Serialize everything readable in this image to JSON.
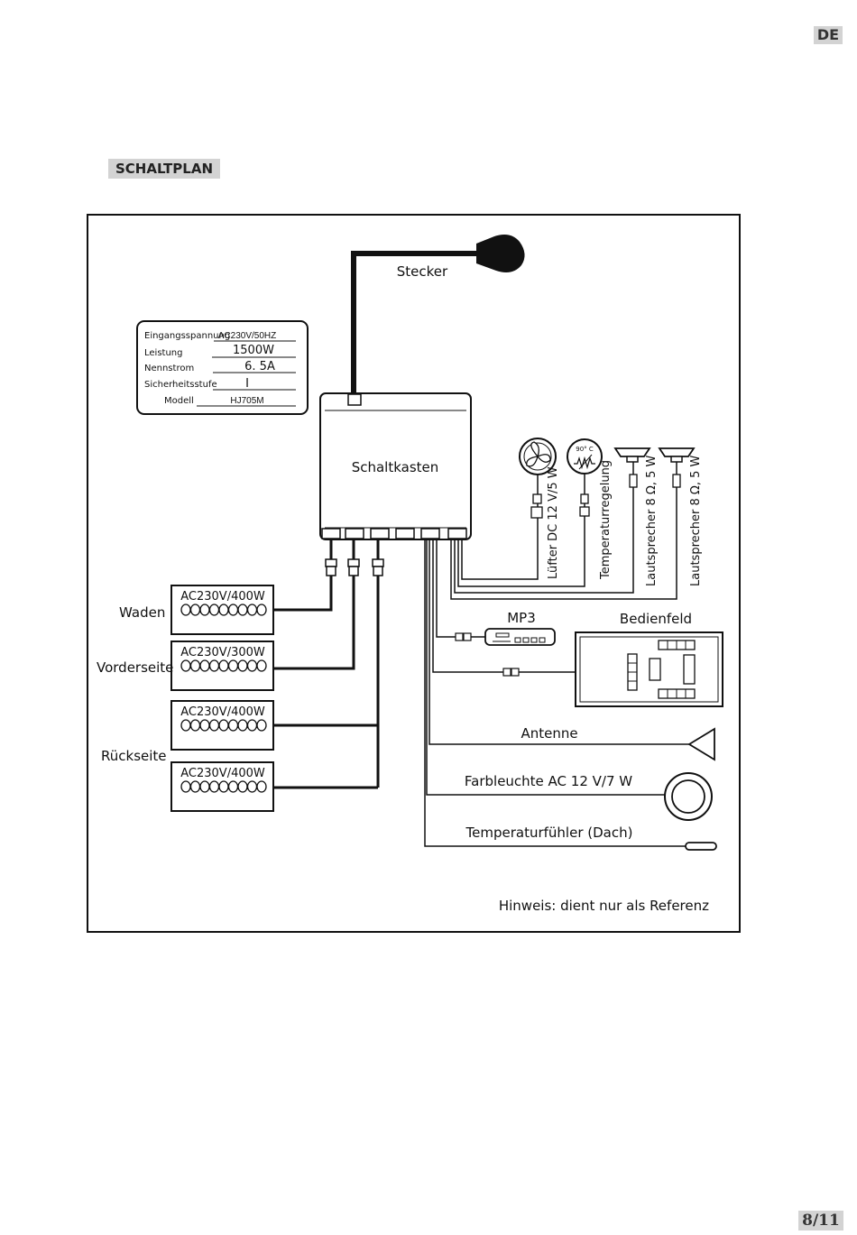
{
  "header": {
    "language_badge": "DE"
  },
  "section_title": "SCHALTPLAN",
  "footer": {
    "page_number": "8/11"
  },
  "diagram": {
    "plug_label": "Stecker",
    "controller_label": "Schaltkasten",
    "rating_plate": {
      "rows": [
        {
          "label": "Eingangsspannung",
          "value": "AC230V/50HZ"
        },
        {
          "label": "Leistung",
          "value": "1500W"
        },
        {
          "label": "Nennstrom",
          "value": "6. 5A"
        },
        {
          "label": "Sicherheitsstufe",
          "value": "I"
        },
        {
          "label": "Modell",
          "value": "HJ705M"
        }
      ]
    },
    "heaters": [
      {
        "rating": "AC230V/400W"
      },
      {
        "rating": "AC230V/300W"
      },
      {
        "rating": "AC230V/400W"
      },
      {
        "rating": "AC230V/400W"
      }
    ],
    "heater_zone_labels": {
      "calf": "Waden",
      "front": "Vorderseite",
      "back": "Rückseite"
    },
    "peripherals": {
      "fan": "Lüfter DC 12 V/5 W",
      "temp_control": "Temperaturregelung",
      "temp_control_symbol": "90° C",
      "speaker_1": "Lautsprecher 8 Ω, 5 W",
      "speaker_2": "Lautsprecher 8 Ω, 5 W",
      "mp3": "MP3",
      "control_panel": "Bedienfeld",
      "antenna": "Antenne",
      "color_light": "Farbleuchte AC 12 V/7 W",
      "temp_sensor": "Temperaturfühler (Dach)"
    },
    "note": "Hinweis: dient nur als Referenz"
  }
}
